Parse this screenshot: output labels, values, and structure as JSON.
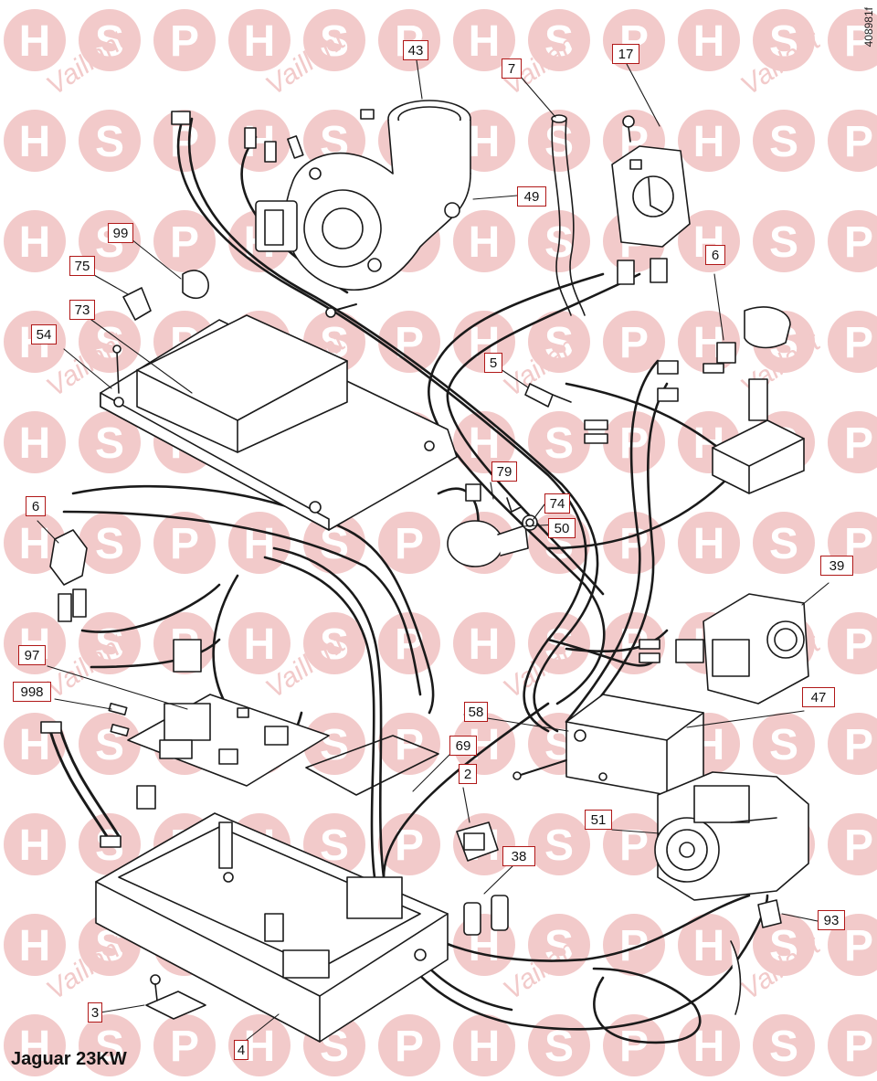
{
  "model_title": "Jaguar 23KW",
  "reference_code": "408981f",
  "watermark": {
    "letters": [
      "H",
      "S",
      "P"
    ],
    "brand": "Vaillant",
    "color": "#f2caca"
  },
  "colors": {
    "label_border": "#b01818",
    "line": "#1a1a1a"
  },
  "part_labels": [
    {
      "id": "43",
      "text": "43"
    },
    {
      "id": "7",
      "text": "7"
    },
    {
      "id": "17",
      "text": "17"
    },
    {
      "id": "49",
      "text": "49"
    },
    {
      "id": "99",
      "text": "99"
    },
    {
      "id": "75",
      "text": "75"
    },
    {
      "id": "73",
      "text": "73"
    },
    {
      "id": "54",
      "text": "54"
    },
    {
      "id": "6a",
      "text": "6"
    },
    {
      "id": "5",
      "text": "5"
    },
    {
      "id": "6b",
      "text": "6"
    },
    {
      "id": "79",
      "text": "79"
    },
    {
      "id": "74",
      "text": "74"
    },
    {
      "id": "50",
      "text": "50"
    },
    {
      "id": "39",
      "text": "39"
    },
    {
      "id": "97",
      "text": "97"
    },
    {
      "id": "998",
      "text": "998"
    },
    {
      "id": "58",
      "text": "58"
    },
    {
      "id": "47",
      "text": "47"
    },
    {
      "id": "69",
      "text": "69"
    },
    {
      "id": "2",
      "text": "2"
    },
    {
      "id": "51",
      "text": "51"
    },
    {
      "id": "38",
      "text": "38"
    },
    {
      "id": "93",
      "text": "93"
    },
    {
      "id": "3",
      "text": "3"
    },
    {
      "id": "4",
      "text": "4"
    }
  ]
}
